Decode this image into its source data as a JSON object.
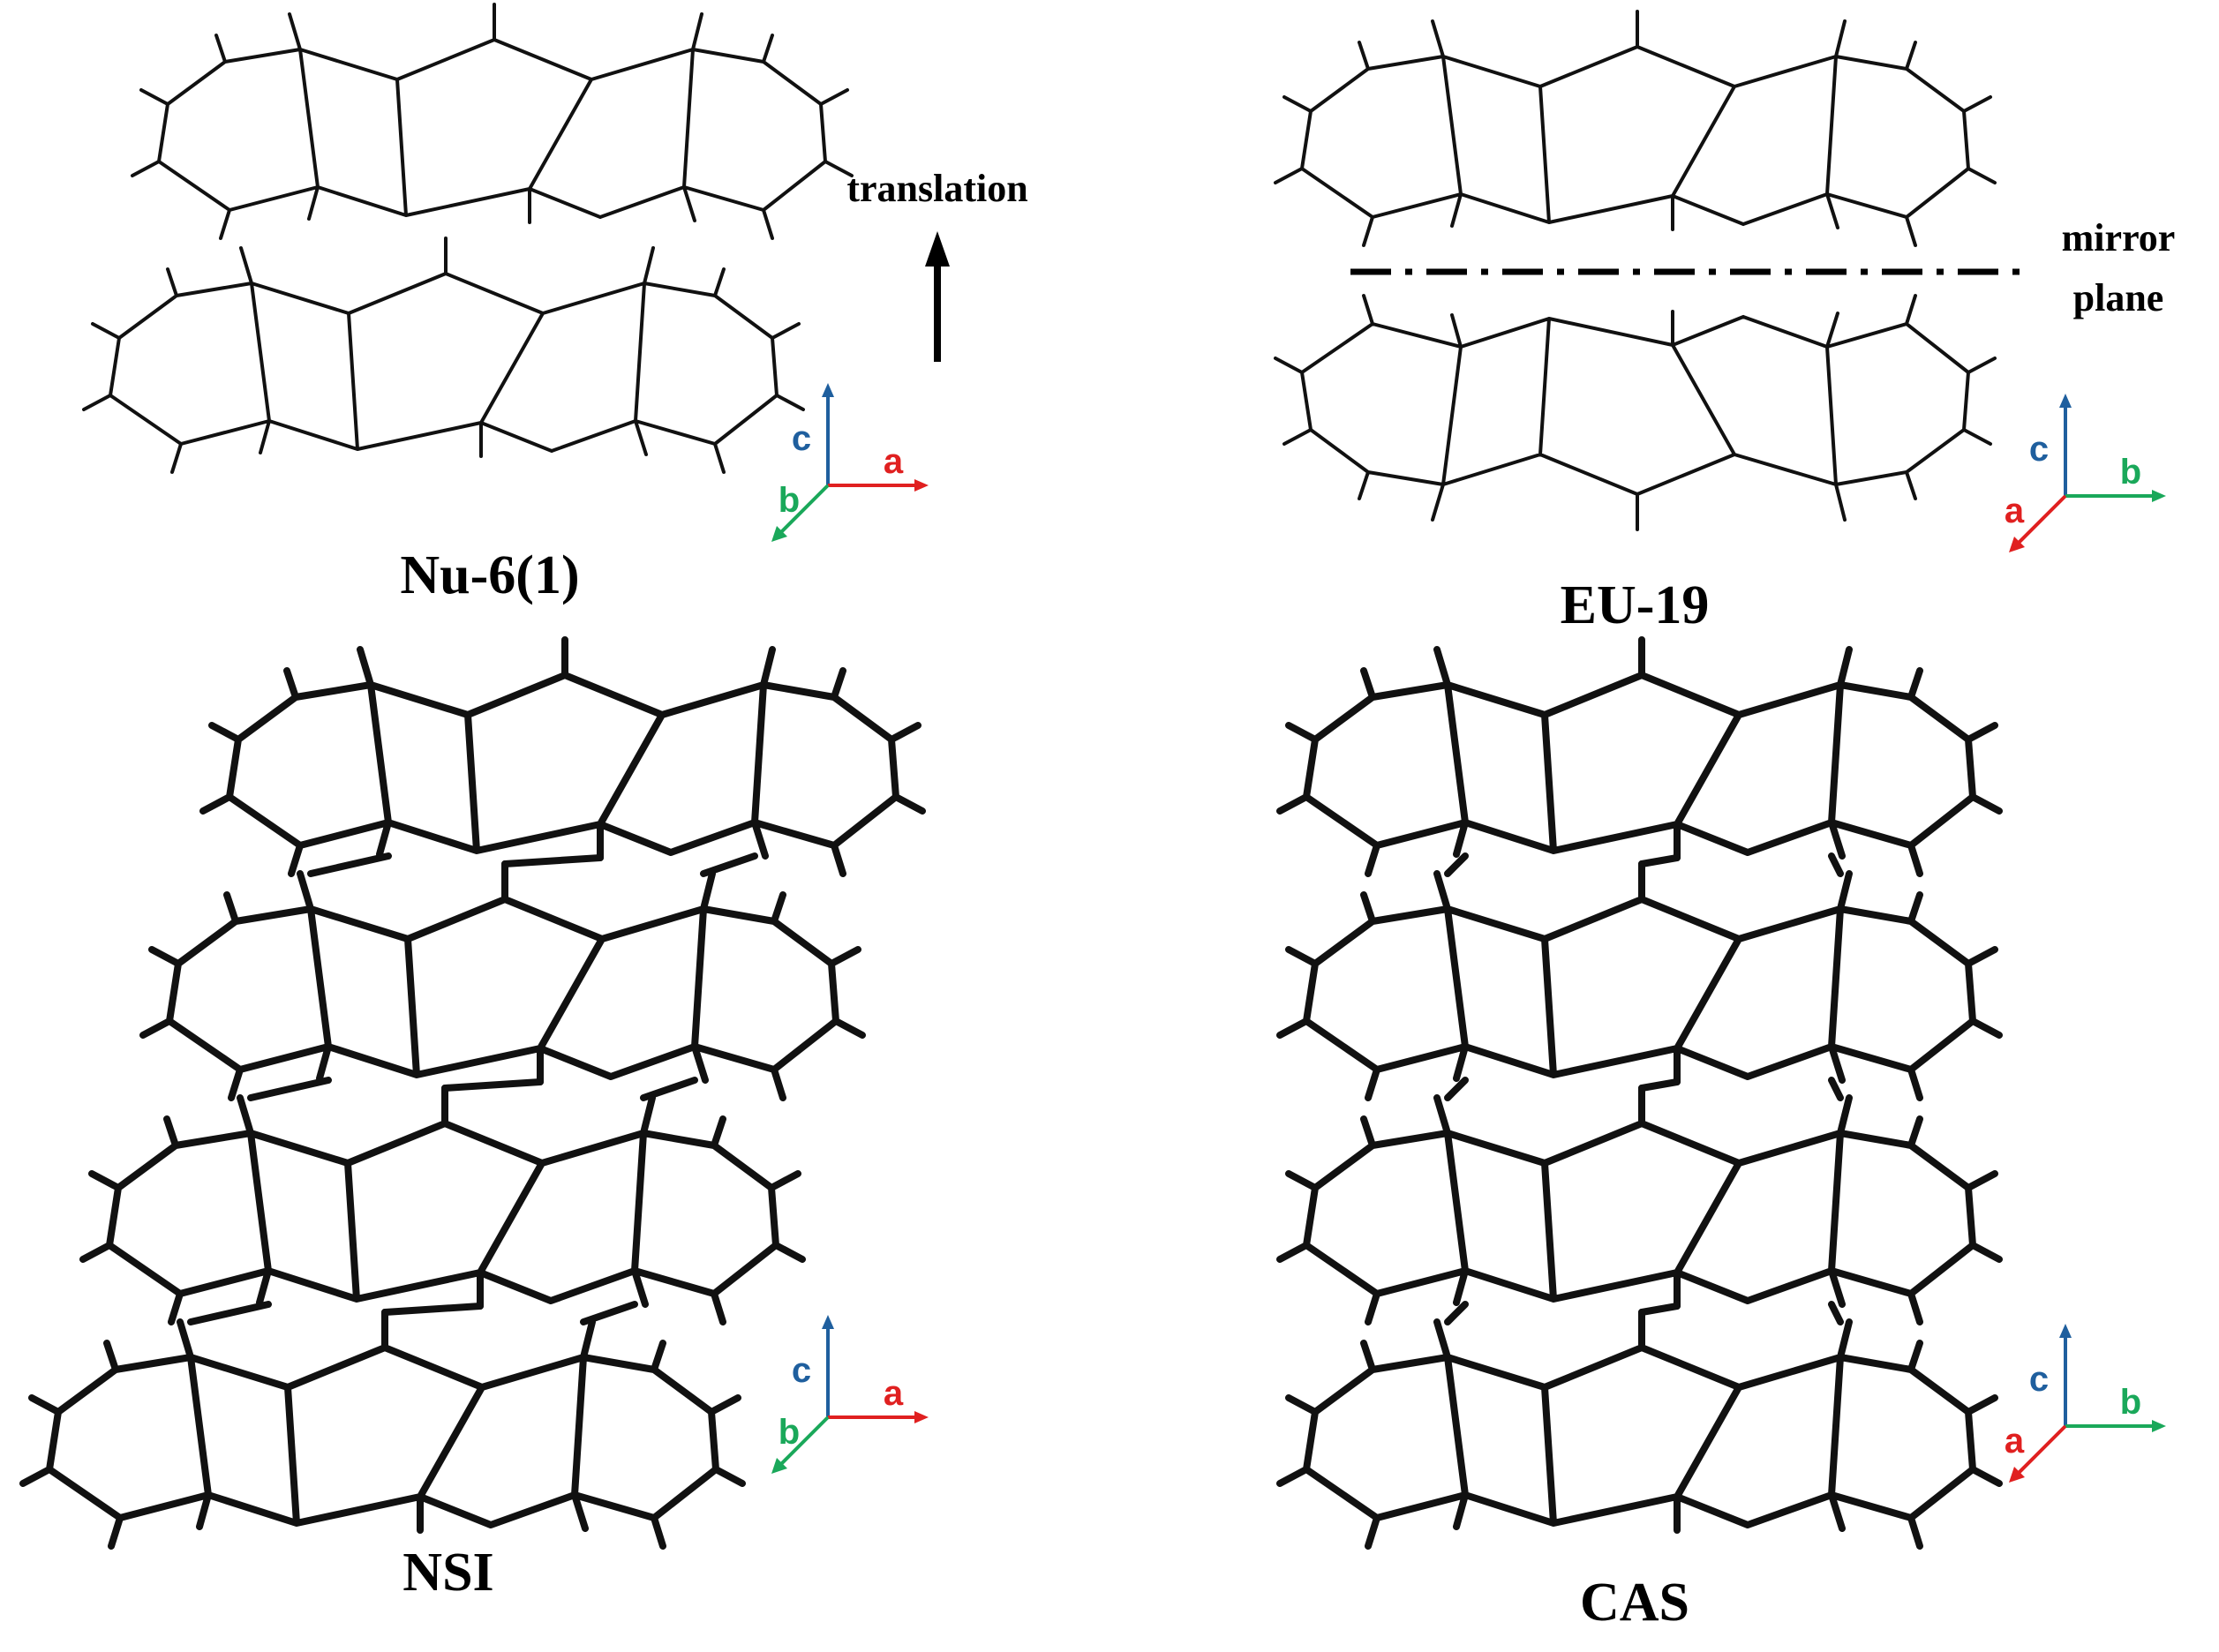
{
  "panels": [
    {
      "label": "Nu-6(1)",
      "axes": [
        "c",
        "a",
        "b"
      ]
    },
    {
      "label": "EU-19",
      "axes": [
        "c",
        "b",
        "a"
      ]
    },
    {
      "label": "NSI",
      "axes": [
        "c",
        "a",
        "b"
      ]
    },
    {
      "label": "CAS",
      "axes": [
        "c",
        "b",
        "a"
      ]
    }
  ],
  "annotations": {
    "translation": "translation",
    "mirror_line1": "mirror",
    "mirror_line2": "plane"
  },
  "colors": {
    "axis_c": "#1f5f9e",
    "axis_a": "#e02020",
    "axis_b": "#1aa85a",
    "bond": "#111111"
  }
}
